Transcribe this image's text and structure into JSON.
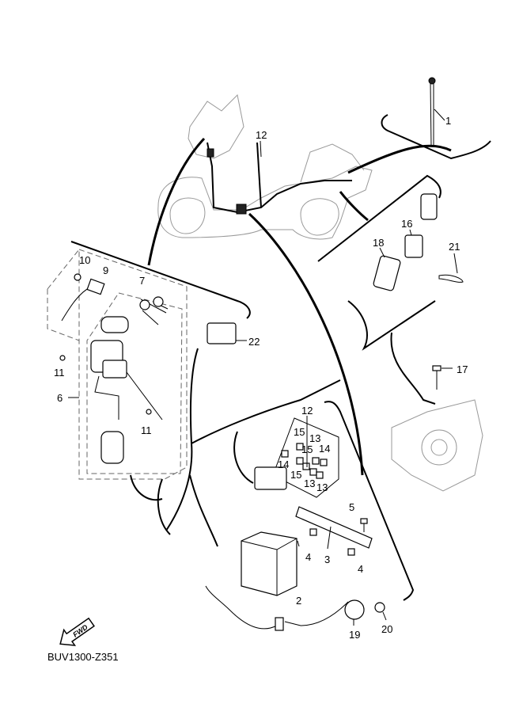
{
  "diagram": {
    "code": "BUV1300-Z351",
    "fwd_label": "FWD",
    "callouts": [
      "1",
      "12",
      "16",
      "21",
      "18",
      "10",
      "9",
      "7",
      "22",
      "17",
      "11",
      "6",
      "11",
      "12",
      "15",
      "13",
      "14",
      "15",
      "14",
      "15",
      "13",
      "13",
      "5",
      "3",
      "4",
      "4",
      "2",
      "19",
      "20"
    ]
  }
}
